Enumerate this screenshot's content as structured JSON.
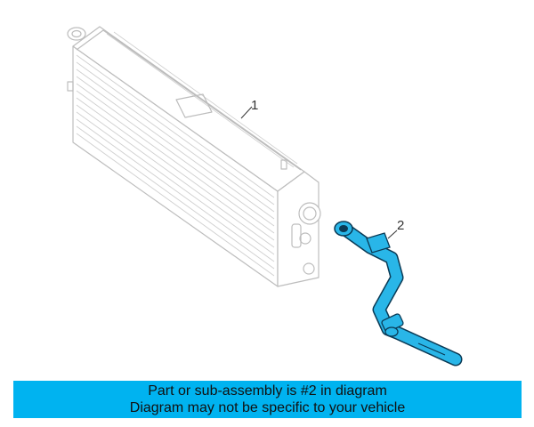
{
  "diagram": {
    "callouts": [
      {
        "label": "1",
        "part": "radiator-core"
      },
      {
        "label": "2",
        "part": "coolant-hose-pipe"
      }
    ],
    "colors": {
      "outline": "#bdbdbd",
      "highlight_fill": "#29b6e8",
      "highlight_stroke": "#0a3a55",
      "callout": "#333333"
    }
  },
  "banner": {
    "line1": "Part or sub-assembly is #2 in diagram",
    "line2": "Diagram may not be specific to your vehicle",
    "color": "#00b3f0"
  }
}
